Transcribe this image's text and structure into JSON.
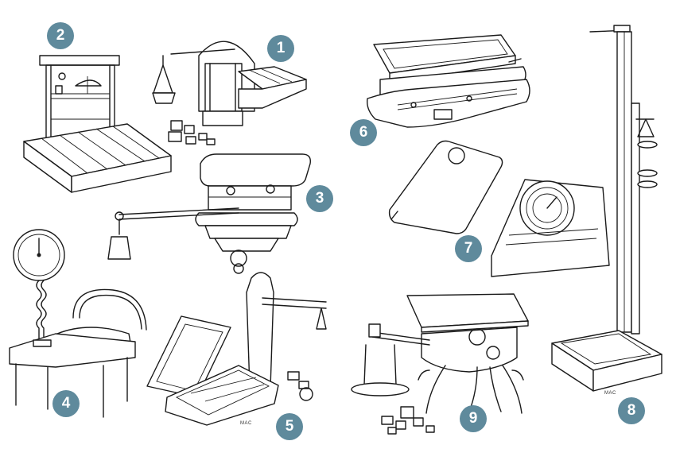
{
  "badge_color": "#5f8a9c",
  "items": [
    {
      "number": "1",
      "subject": "platform-beam-scale"
    },
    {
      "number": "2",
      "subject": "cabinet-platform-scale"
    },
    {
      "number": "3",
      "subject": "pedestal-counter-scale"
    },
    {
      "number": "4",
      "subject": "chair-scale-with-dial"
    },
    {
      "number": "5",
      "subject": "column-platform-scale"
    },
    {
      "number": "6",
      "subject": "shop-counter-scale"
    },
    {
      "number": "7",
      "subject": "bathroom-scales"
    },
    {
      "number": "8",
      "subject": "height-and-weight-column-scale"
    },
    {
      "number": "9",
      "subject": "ornate-iron-beam-scale"
    }
  ],
  "signature": "MAC"
}
